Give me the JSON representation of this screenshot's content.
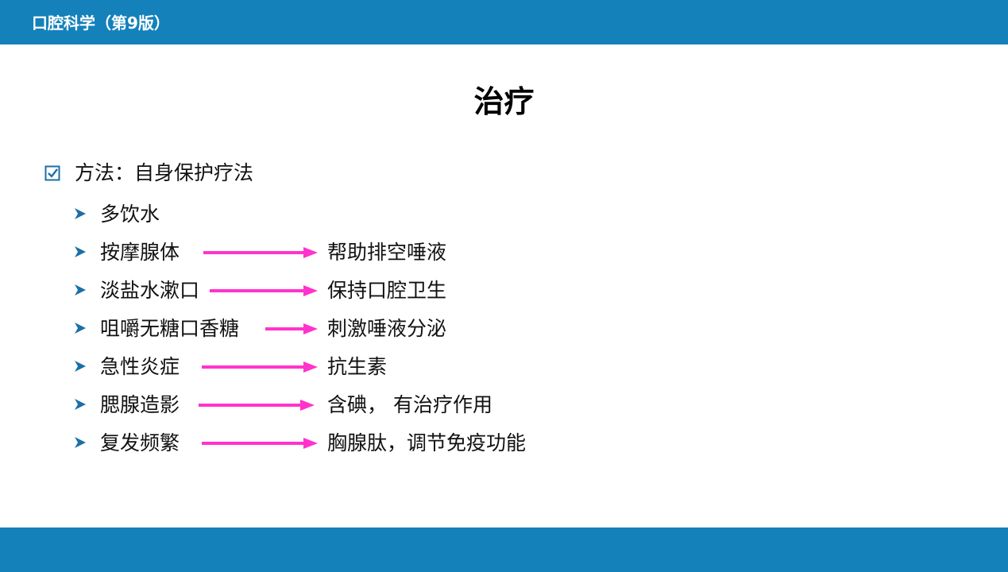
{
  "header": {
    "title": "口腔科学（第9版）"
  },
  "slide": {
    "title": "治疗",
    "main_item": "方法：自身保护疗法",
    "items": [
      {
        "left": "多饮水",
        "right": ""
      },
      {
        "left": "按摩腺体",
        "right": "帮助排空唾液"
      },
      {
        "left": "淡盐水漱口",
        "right": "保持口腔卫生"
      },
      {
        "left": "咀嚼无糖口香糖",
        "right": "刺激唾液分泌"
      },
      {
        "left": "急性炎症",
        "right": "抗生素"
      },
      {
        "left": "腮腺造影",
        "right": "含碘， 有治疗作用"
      },
      {
        "left": "复发频繁",
        "right": "胸腺肽，调节免疫功能"
      }
    ]
  },
  "colors": {
    "bar": "#1481ba",
    "arrow": "#ff33cc",
    "bullet": "#1a6fa6"
  },
  "icons": {
    "main_bullet": "checkbox-icon",
    "sub_bullet": "arrowhead-bullet-icon",
    "connector": "arrow-right-icon"
  }
}
